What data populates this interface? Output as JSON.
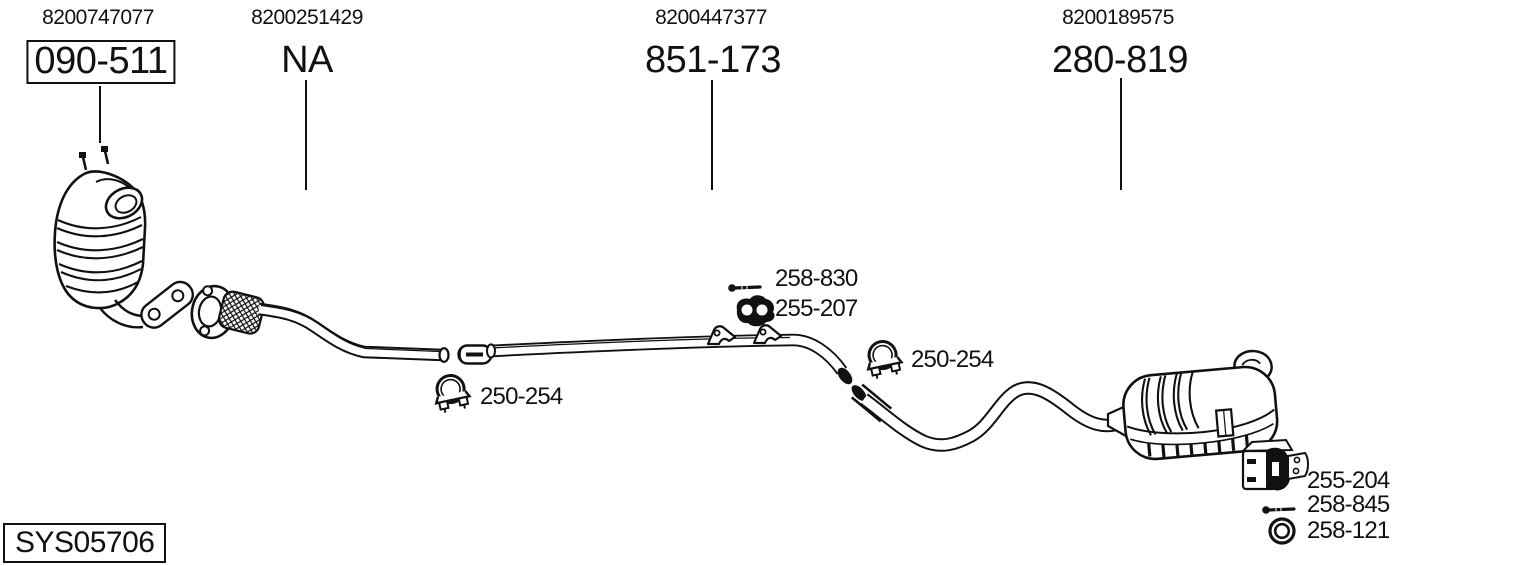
{
  "diagram": {
    "system_code": "SYS05706",
    "colors": {
      "line": "#111111",
      "background": "#ffffff"
    },
    "sections": [
      {
        "oe_number": "8200747077",
        "code": "090-511",
        "boxed": true,
        "part": "catalytic-converter"
      },
      {
        "oe_number": "8200251429",
        "code": "NA",
        "boxed": false,
        "part": "front-flex-pipe"
      },
      {
        "oe_number": "8200447377",
        "code": "851-173",
        "boxed": false,
        "part": "center-pipe"
      },
      {
        "oe_number": "8200189575",
        "code": "280-819",
        "boxed": false,
        "part": "rear-muffler"
      }
    ],
    "callouts": {
      "center_bolt": {
        "code": "258-830",
        "icon": "bolt-icon"
      },
      "center_rubber_mount": {
        "code": "255-207",
        "icon": "rubber-mount-icon"
      },
      "front_clamp": {
        "code": "250-254",
        "icon": "pipe-clamp-icon"
      },
      "rear_clamp": {
        "code": "250-254",
        "icon": "pipe-clamp-icon"
      },
      "rear_hanger": {
        "code": "255-204",
        "icon": "hanger-bracket-icon"
      },
      "rear_bolt": {
        "code": "258-845",
        "icon": "bolt-icon"
      },
      "tail_ring": {
        "code": "258-121",
        "icon": "ring-gasket-icon"
      }
    }
  }
}
